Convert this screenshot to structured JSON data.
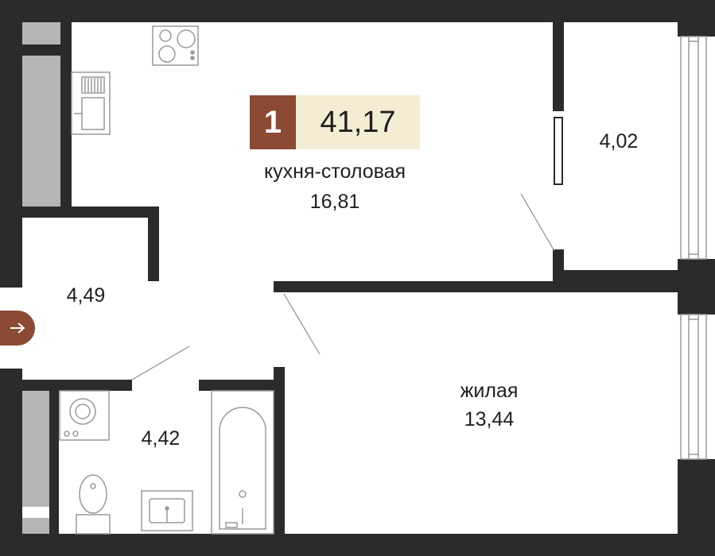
{
  "apartment": {
    "rooms_count": "1",
    "total_area": "41,17"
  },
  "rooms": {
    "kitchen": {
      "name": "кухня-столовая",
      "area": "16,81"
    },
    "balcony": {
      "area": "4,02"
    },
    "hall": {
      "area": "4,49"
    },
    "bathroom": {
      "area": "4,42"
    },
    "living": {
      "name": "жилая",
      "area": "13,44"
    }
  },
  "icons": {
    "entrance": "arrow-right-icon",
    "stove": "stove-icon",
    "sink": "sink-icon",
    "washer": "washing-machine-icon",
    "toilet": "toilet-icon",
    "bathtub": "bathtub-icon"
  },
  "colors": {
    "wall": "#2b2b2b",
    "badge_brown": "#8a4a33",
    "badge_beige": "#f4ecd3",
    "built_in": "#b5b5b5",
    "fixture_line": "#9a9a9a"
  }
}
